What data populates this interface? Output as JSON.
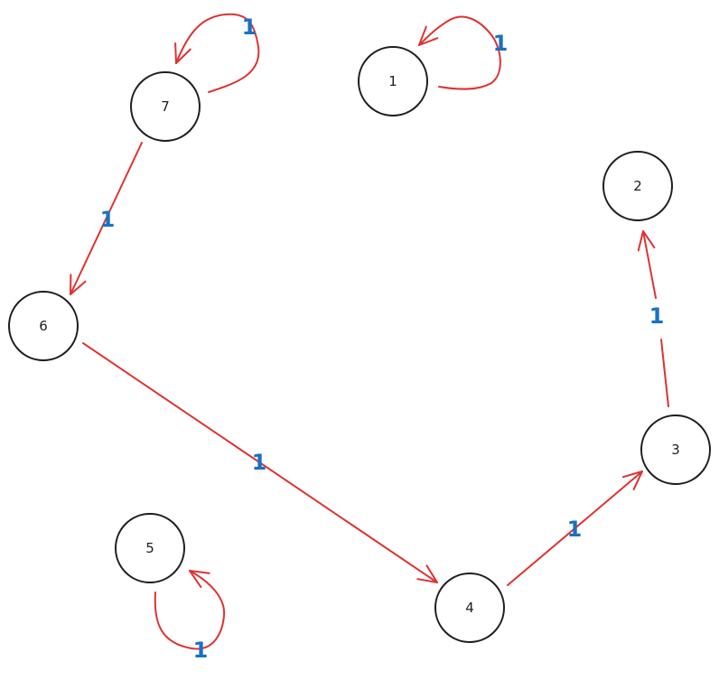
{
  "diagram": {
    "edge_color": "#e03131",
    "label_color": "#1971c2",
    "node_stroke": "#1e1e1e",
    "nodes": [
      {
        "id": "1",
        "label": "1"
      },
      {
        "id": "2",
        "label": "2"
      },
      {
        "id": "3",
        "label": "3"
      },
      {
        "id": "4",
        "label": "4"
      },
      {
        "id": "5",
        "label": "5"
      },
      {
        "id": "6",
        "label": "6"
      },
      {
        "id": "7",
        "label": "7"
      }
    ],
    "edges": [
      {
        "from": "7",
        "to": "7",
        "weight": "1"
      },
      {
        "from": "1",
        "to": "1",
        "weight": "1"
      },
      {
        "from": "7",
        "to": "6",
        "weight": "1"
      },
      {
        "from": "6",
        "to": "4",
        "weight": "1"
      },
      {
        "from": "4",
        "to": "3",
        "weight": "1"
      },
      {
        "from": "3",
        "to": "2",
        "weight": "1"
      },
      {
        "from": "5",
        "to": "5",
        "weight": "1"
      }
    ]
  }
}
